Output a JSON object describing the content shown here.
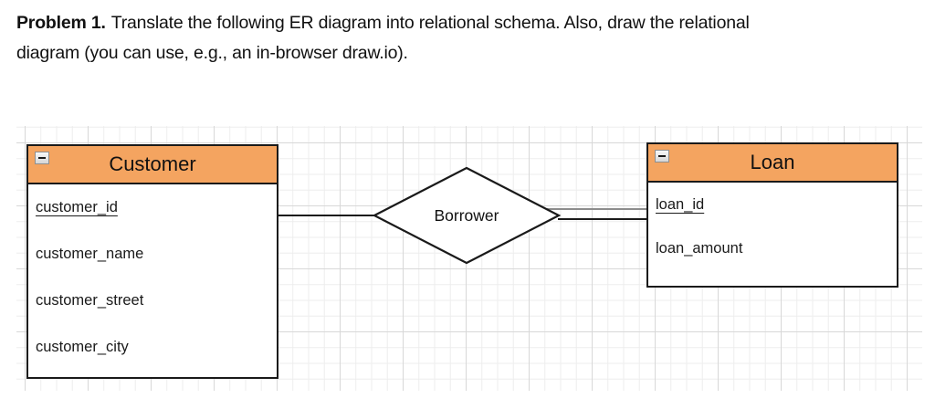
{
  "problem": {
    "label": "Problem 1.",
    "text_line1": "Translate the following ER diagram into relational schema. Also, draw the relational",
    "text_line2": "diagram (you can use, e.g., an in-browser draw.io)."
  },
  "diagram": {
    "entities": [
      {
        "name": "Customer",
        "collapse_icon": "minus-icon",
        "attributes": [
          {
            "text": "customer_id",
            "pk": true
          },
          {
            "text": "customer_name",
            "pk": false
          },
          {
            "text": "customer_street",
            "pk": false
          },
          {
            "text": "customer_city",
            "pk": false
          }
        ]
      },
      {
        "name": "Loan",
        "collapse_icon": "minus-icon",
        "attributes": [
          {
            "text": "loan_id",
            "pk": true
          },
          {
            "text": "loan_amount",
            "pk": false
          }
        ]
      }
    ],
    "relationship": {
      "label": "Borrower"
    },
    "connections": [
      {
        "from": "Customer",
        "to": "Borrower",
        "style": "single-line"
      },
      {
        "from": "Borrower",
        "to": "Loan",
        "style": "double-line"
      }
    ],
    "colors": {
      "entity_header": "#F4A460",
      "border": "#1a1a1a",
      "grid_minor": "#ededed",
      "grid_major": "#d8d8d8",
      "connector_secondary": "#8c8c8c"
    }
  }
}
